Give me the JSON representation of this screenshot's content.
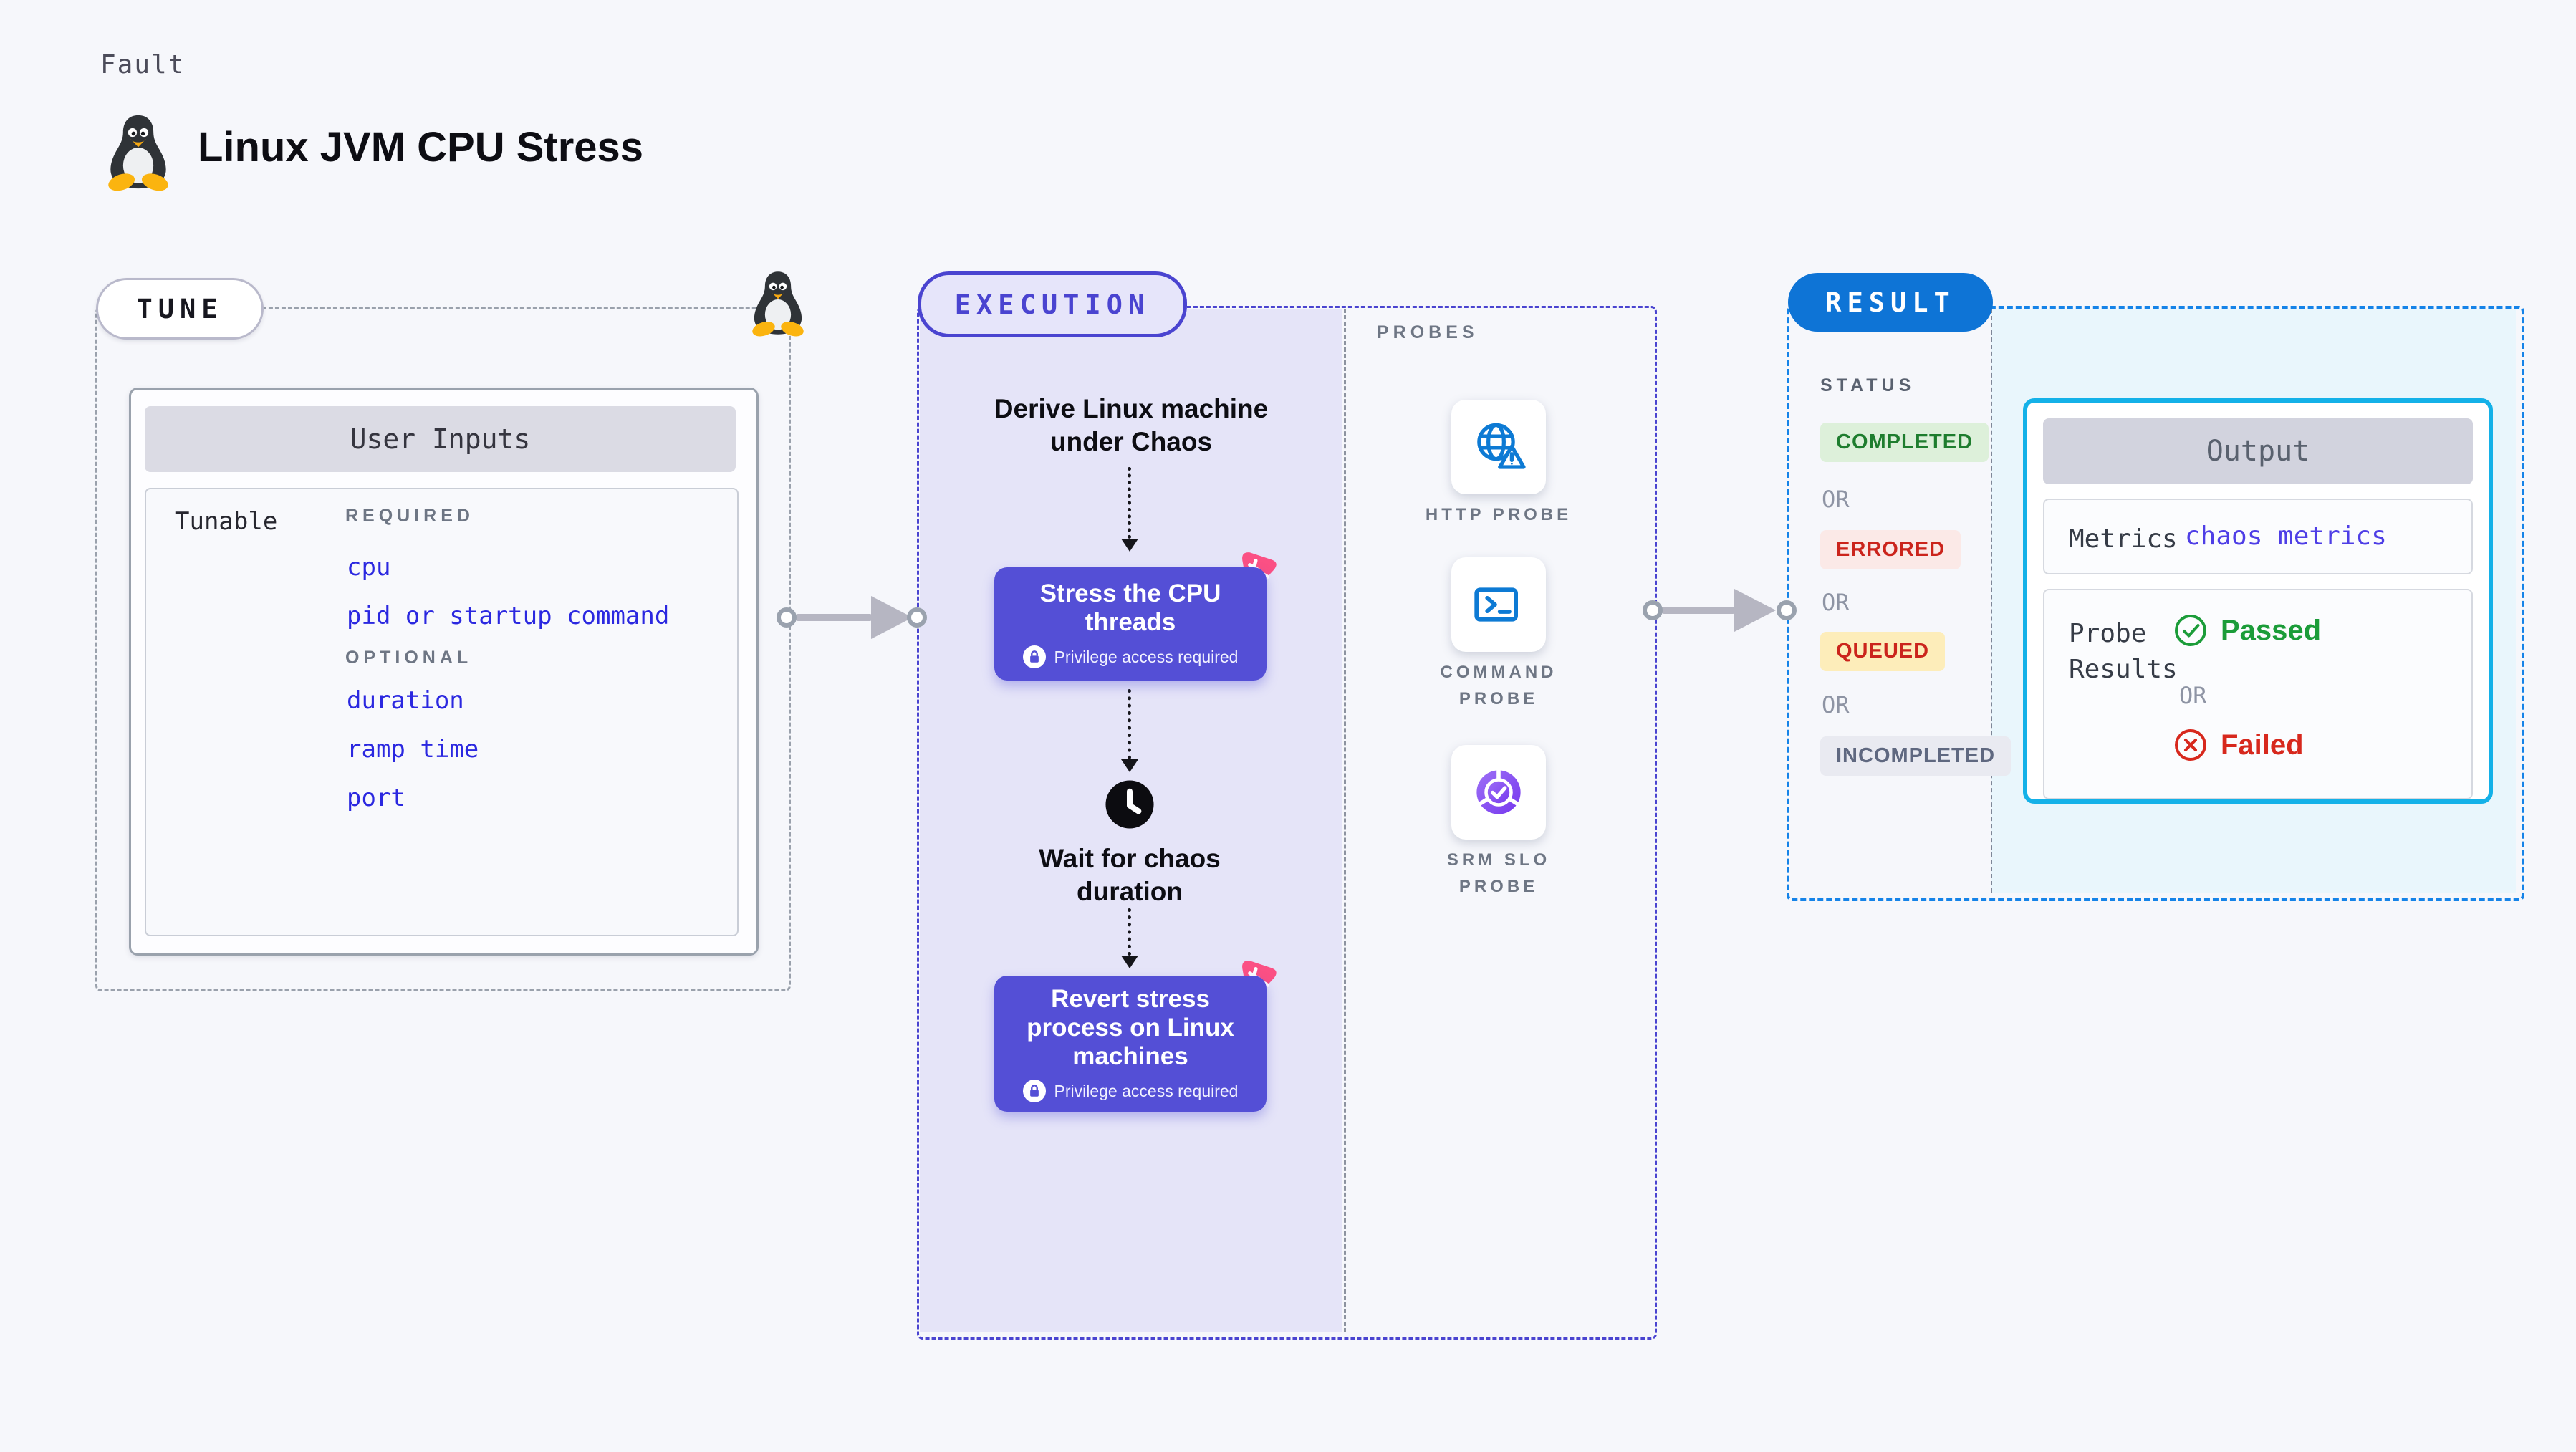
{
  "page": {
    "fault_label": "Fault",
    "title": "Linux JVM CPU Stress"
  },
  "tune": {
    "pill_label": "TUNE",
    "card_title": "User Inputs",
    "row_label": "Tunable",
    "required_label": "REQUIRED",
    "optional_label": "OPTIONAL",
    "required_links": [
      "cpu",
      "pid or startup command"
    ],
    "optional_links": [
      "duration",
      "ramp time",
      "port"
    ]
  },
  "execution": {
    "pill_label": "EXECUTION",
    "derive_text": "Derive Linux machine under Chaos",
    "stress_title": "Stress the CPU threads",
    "privilege_note": "Privilege access required",
    "wait_text": "Wait for chaos duration",
    "revert_title": "Revert stress process on Linux machines"
  },
  "probes": {
    "label": "PROBES",
    "items": [
      {
        "label": "HTTP PROBE",
        "icon": "globe-warning-icon"
      },
      {
        "label": "COMMAND PROBE",
        "icon": "terminal-icon"
      },
      {
        "label": "SRM SLO PROBE",
        "icon": "slo-donut-icon"
      }
    ]
  },
  "result": {
    "pill_label": "RESULT",
    "status_label": "STATUS",
    "or_label": "OR",
    "statuses": [
      {
        "label": "COMPLETED",
        "style": "color:#1e7d2e;background:#ddf0da"
      },
      {
        "label": "ERRORED",
        "style": "color:#cb241c;background:#fbe9e7"
      },
      {
        "label": "QUEUED",
        "style": "color:#cb241c;background:#fdedba"
      },
      {
        "label": "INCOMPLETED",
        "style": "color:#5f6880;background:#e9eaf1"
      }
    ],
    "output": {
      "title": "Output",
      "metrics_label": "Metrics",
      "metrics_value": "chaos metrics",
      "probe_results_label": "Probe Results",
      "passed_label": "Passed",
      "failed_label": "Failed"
    }
  },
  "icons": {
    "linux": "tux-penguin-icon",
    "lock": "lock-icon",
    "clock": "clock-icon",
    "http_probe": "globe-warning-icon",
    "command_probe": "terminal-icon",
    "srm_slo_probe": "slo-donut-icon",
    "passed": "check-circle-icon",
    "failed": "x-circle-icon",
    "chaos": "chaos-spark-icon"
  },
  "colors": {
    "page_bg": "#f6f7fb",
    "accent_indigo": "#4a44d0",
    "node_indigo": "#544fd6",
    "lavender_fill": "#e5e4f8",
    "result_blue": "#0e74d6",
    "result_dash_blue": "#1583e8",
    "output_border_cyan": "#14b1e8",
    "cyan_fill": "#e9f6fc",
    "link_blue": "#2b28e0",
    "chaos_pink": "#fb5084",
    "probe_icon_blue": "#0d7ad4",
    "slo_purple": "#7a3cf0",
    "passed_green": "#1b9c39",
    "failed_red": "#d7281d",
    "gray_dash": "#9aa1ac"
  }
}
